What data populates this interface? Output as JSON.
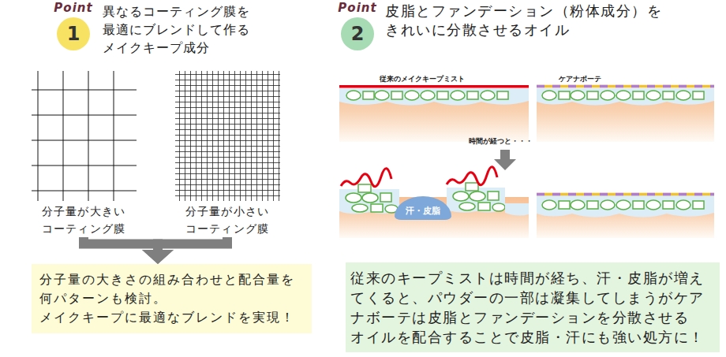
{
  "diagram": {
    "nodes": [
      {
        "text": [
          "Point",
          "1"
        ]
      },
      {
        "text": [
          "分子量が大きい コーティング膜"
        ]
      },
      {
        "text": [
          "分子量が小さい コーティング膜"
        ]
      },
      {
        "text": [
          "分子量の大きさの組み合わせと配合量を 何パターンも検討。 メイクキープに最適なブレンドを実現！"
        ]
      },
      {
        "text": [
          "Point",
          "2"
        ]
      },
      {
        "text": [
          "従来のメイクキープミスト"
        ]
      },
      {
        "text": [
          "ケアナボーテ"
        ]
      },
      {
        "text": [
          "汗・皮脂"
        ]
      },
      {
        "text": [
          "従来のキープミストは時間が経ち、汗・皮脂が増え てくると、パウダーの一部は凝集してしまうがケア ナボーテは皮脂とファンデーションを分散させる オイルを配合することで皮脂・汗にも強い処方に！"
        ]
      }
    ],
    "edges": [
      {
        "from": 1,
        "to": 3,
        "arrow": "to"
      },
      {
        "from": 2,
        "to": 3,
        "arrow": "to"
      }
    ],
    "labels": [
      "異なるコーティング膜を 最適にブレンドして作る メイクキープ成分",
      "皮脂とファンデーション（粉体成分）を きれいに分散させるオイル",
      "時間が経つと・・・"
    ]
  }
}
